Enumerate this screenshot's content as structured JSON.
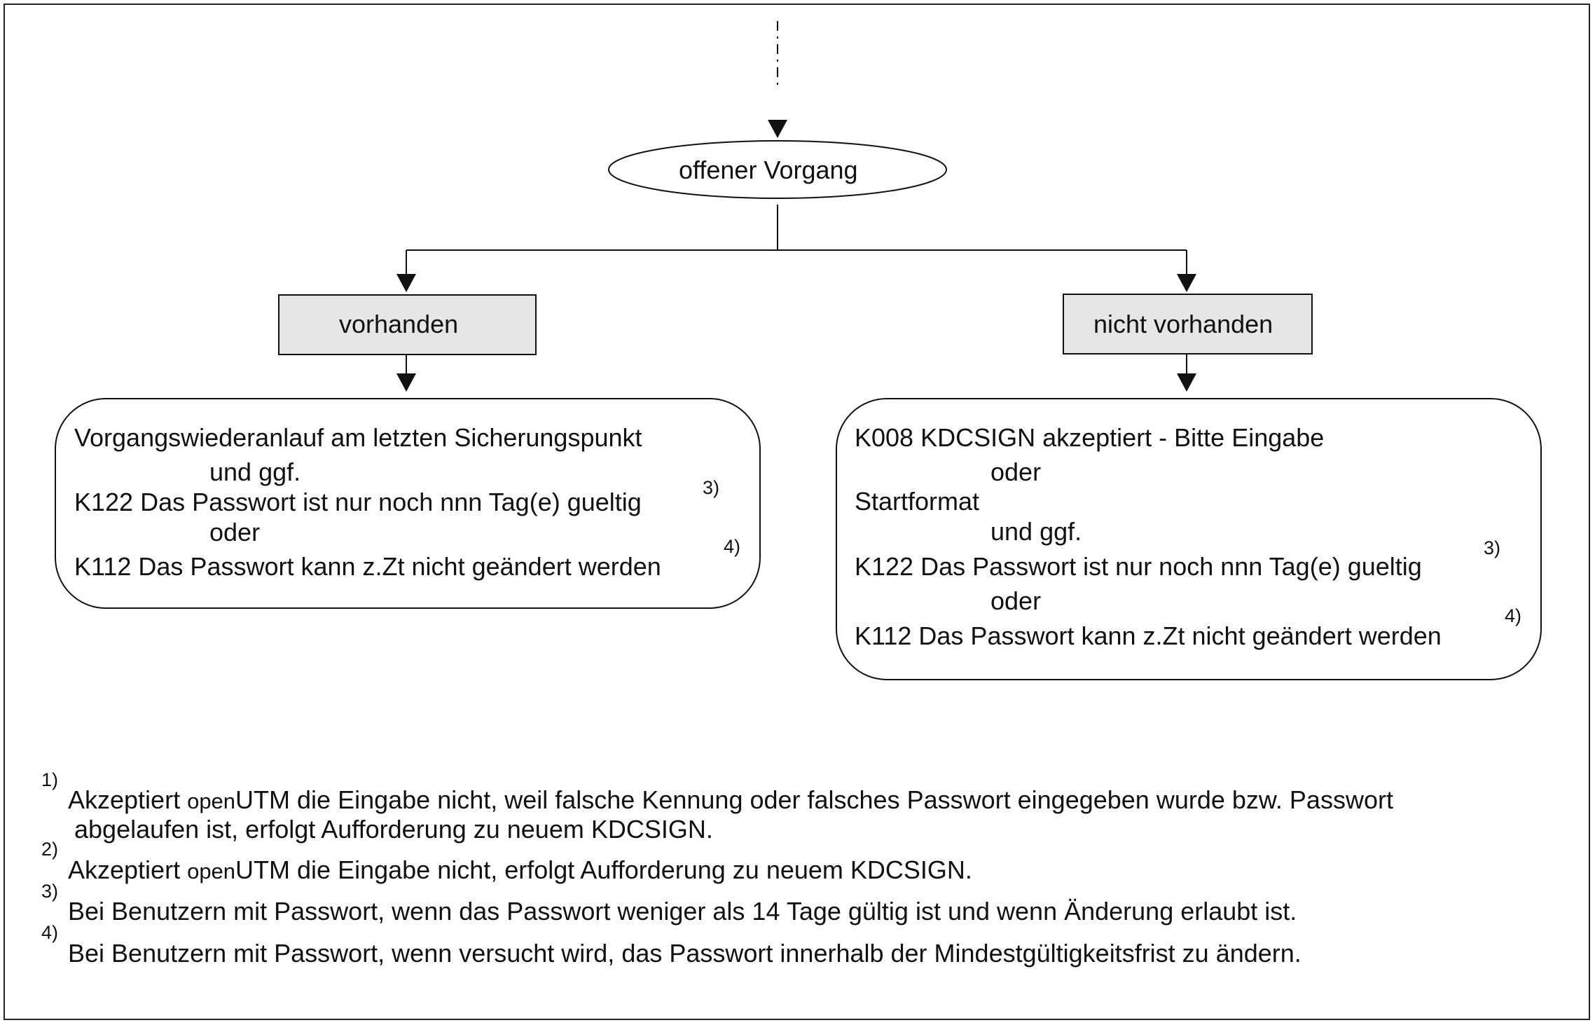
{
  "diagram": {
    "start_node": "offener Vorgang",
    "left_branch": {
      "label": "vorhanden",
      "lines": [
        "Vorgangswiederanlauf am letzten Sicherungspunkt",
        "und ggf.",
        "K122 Das Passwort ist nur noch nnn Tag(e) gueltig",
        "oder",
        "K112 Das Passwort kann z.Zt nicht geändert werden"
      ],
      "refs": [
        "3)",
        "4)"
      ]
    },
    "right_branch": {
      "label": "nicht vorhanden",
      "lines": [
        "K008 KDCSIGN akzeptiert - Bitte Eingabe",
        "oder",
        "Startformat",
        "und ggf.",
        "K122 Das Passwort ist nur noch nnn Tag(e) gueltig",
        "oder",
        "K112 Das Passwort kann z.Zt nicht geändert werden"
      ],
      "refs": [
        "3)",
        "4)"
      ]
    }
  },
  "footnotes": [
    {
      "mark": "1)",
      "pre": "Akzeptiert ",
      "brand": "open",
      "post": "UTM die Eingabe nicht, weil falsche Kennung oder falsches Passwort eingegeben wurde bzw. Passwort",
      "cont": "abgelaufen ist, erfolgt Aufforderung zu neuem KDCSIGN."
    },
    {
      "mark": "2)",
      "pre": "Akzeptiert ",
      "brand": "open",
      "post": "UTM die Eingabe nicht, erfolgt Aufforderung zu neuem KDCSIGN."
    },
    {
      "mark": "3)",
      "text": "Bei Benutzern mit Passwort, wenn das Passwort weniger als 14 Tage gültig ist und wenn Änderung erlaubt ist."
    },
    {
      "mark": "4)",
      "text": "Bei Benutzern mit Passwort, wenn versucht wird, das Passwort innerhalb der Mindestgültigkeitsfrist zu ändern."
    }
  ],
  "colors": {
    "box_fill": "#e6e6e6",
    "line": "#111111",
    "frame": "#222222"
  }
}
